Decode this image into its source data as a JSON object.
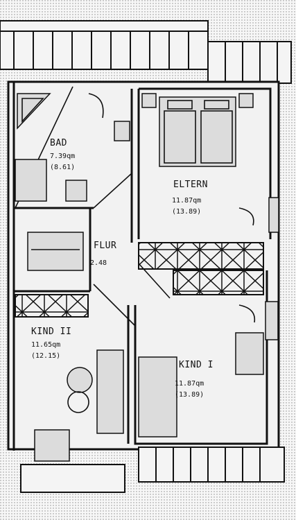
{
  "rooms": {
    "bad": {
      "name": "BAD",
      "area": "7.39qm",
      "alt": "(8.61)"
    },
    "eltern": {
      "name": "ELTERN",
      "area": "11.87qm",
      "alt": "(13.89)"
    },
    "flur": {
      "name": "FLUR",
      "area": "2.48"
    },
    "kind2": {
      "name": "KIND II",
      "area": "11.65qm",
      "alt": "(12.15)"
    },
    "kind1": {
      "name": "KIND I",
      "area": "11.87qm",
      "alt": "(13.89)"
    }
  }
}
